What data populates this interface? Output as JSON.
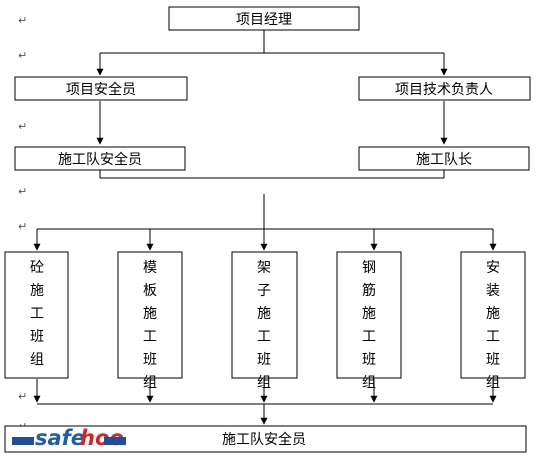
{
  "paragraph_mark": "↵",
  "nodes": {
    "project_manager": "项目经理",
    "safety_officer": "项目安全员",
    "tech_lead": "项目技术负责人",
    "team_safety_officer": "施工队安全员",
    "team_leader": "施工队长",
    "bottom_safety_officer": "施工队安全员"
  },
  "crews": [
    "砼施工班组",
    "模板施工班组",
    "架子施工班组",
    "钢筋施工班组",
    "安装施工班组"
  ],
  "logo": {
    "text_safe": "safe",
    "text_hoo": "hoo",
    "color_safe": "#1f5fa8",
    "color_hoo": "#e02020",
    "color_strip": "#1f4f9a"
  }
}
